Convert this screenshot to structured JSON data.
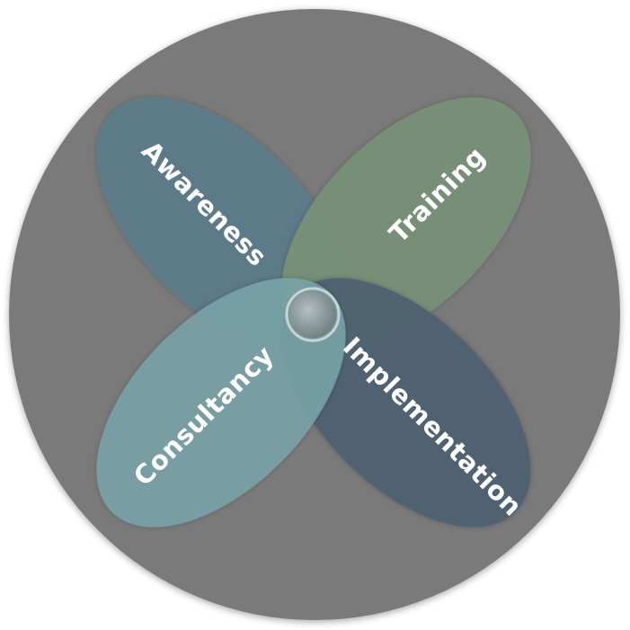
{
  "diagram": {
    "petals": [
      {
        "label": "Awareness",
        "color": "#5c7c8a"
      },
      {
        "label": "Training",
        "color": "#7a9478"
      },
      {
        "label": "Implementation",
        "color": "#4f6272"
      },
      {
        "label": "Consultancy",
        "color": "#7aa6ac"
      }
    ],
    "colors": {
      "background_disc": "#7a7a7a",
      "hub": "#8e9a9c",
      "hub_ring": "#c9d3d4"
    }
  }
}
